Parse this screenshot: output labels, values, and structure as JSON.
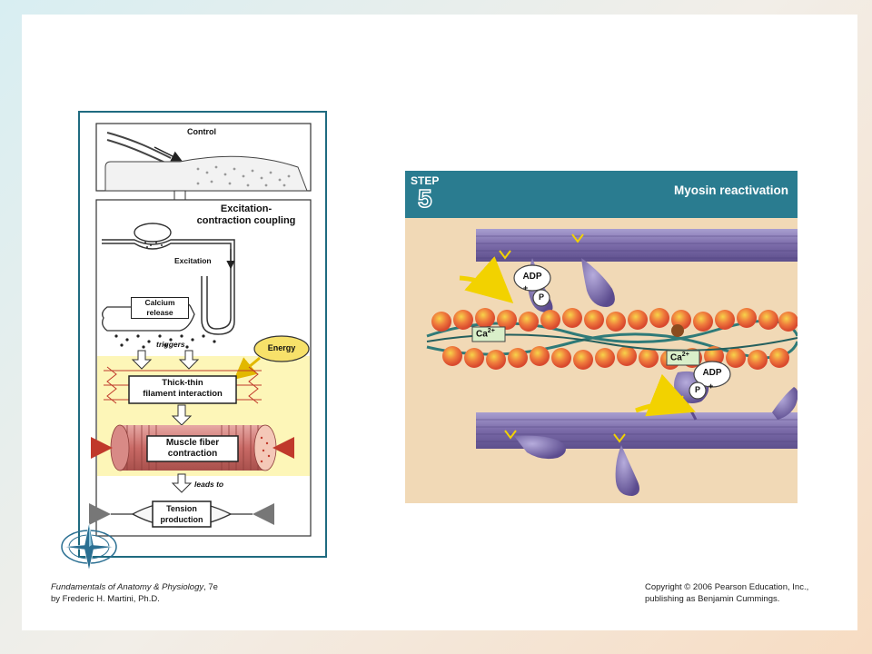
{
  "left_figure": {
    "control": "Control",
    "ec_coupling": "Excitation-\ncontraction coupling",
    "excitation": "Excitation",
    "calcium_release": "Calcium\nrelease",
    "triggers": "triggers",
    "energy": "Energy",
    "thick_thin": "Thick-thin\nfilament interaction",
    "muscle_fiber": "Muscle fiber\ncontraction",
    "leads_to": "leads to",
    "tension": "Tension\nproduction"
  },
  "right_figure": {
    "step_label": "STEP",
    "step_number": "5",
    "title": "Myosin reactivation",
    "adp": "ADP",
    "p": "P",
    "plus": "+",
    "ca": "Ca",
    "ca_charge": "2+"
  },
  "footer": {
    "book_title": "Fundamentals of Anatomy & Physiology",
    "edition": ", 7e",
    "author": "by Frederic H. Martini, Ph.D.",
    "copyright_line1": "Copyright © 2006 Pearson Education, Inc.,",
    "copyright_line2": "publishing as Benjamin Cummings."
  },
  "colors": {
    "frame_teal": "#1f6b80",
    "header_bar": "#2a7c90",
    "yellow_panel": "#fdf6b8",
    "energy_fill": "#f7e16a",
    "filament_purple": "#7a6aa8",
    "actin_red": "#e8563a",
    "bg_tan": "#f1d9b6"
  }
}
